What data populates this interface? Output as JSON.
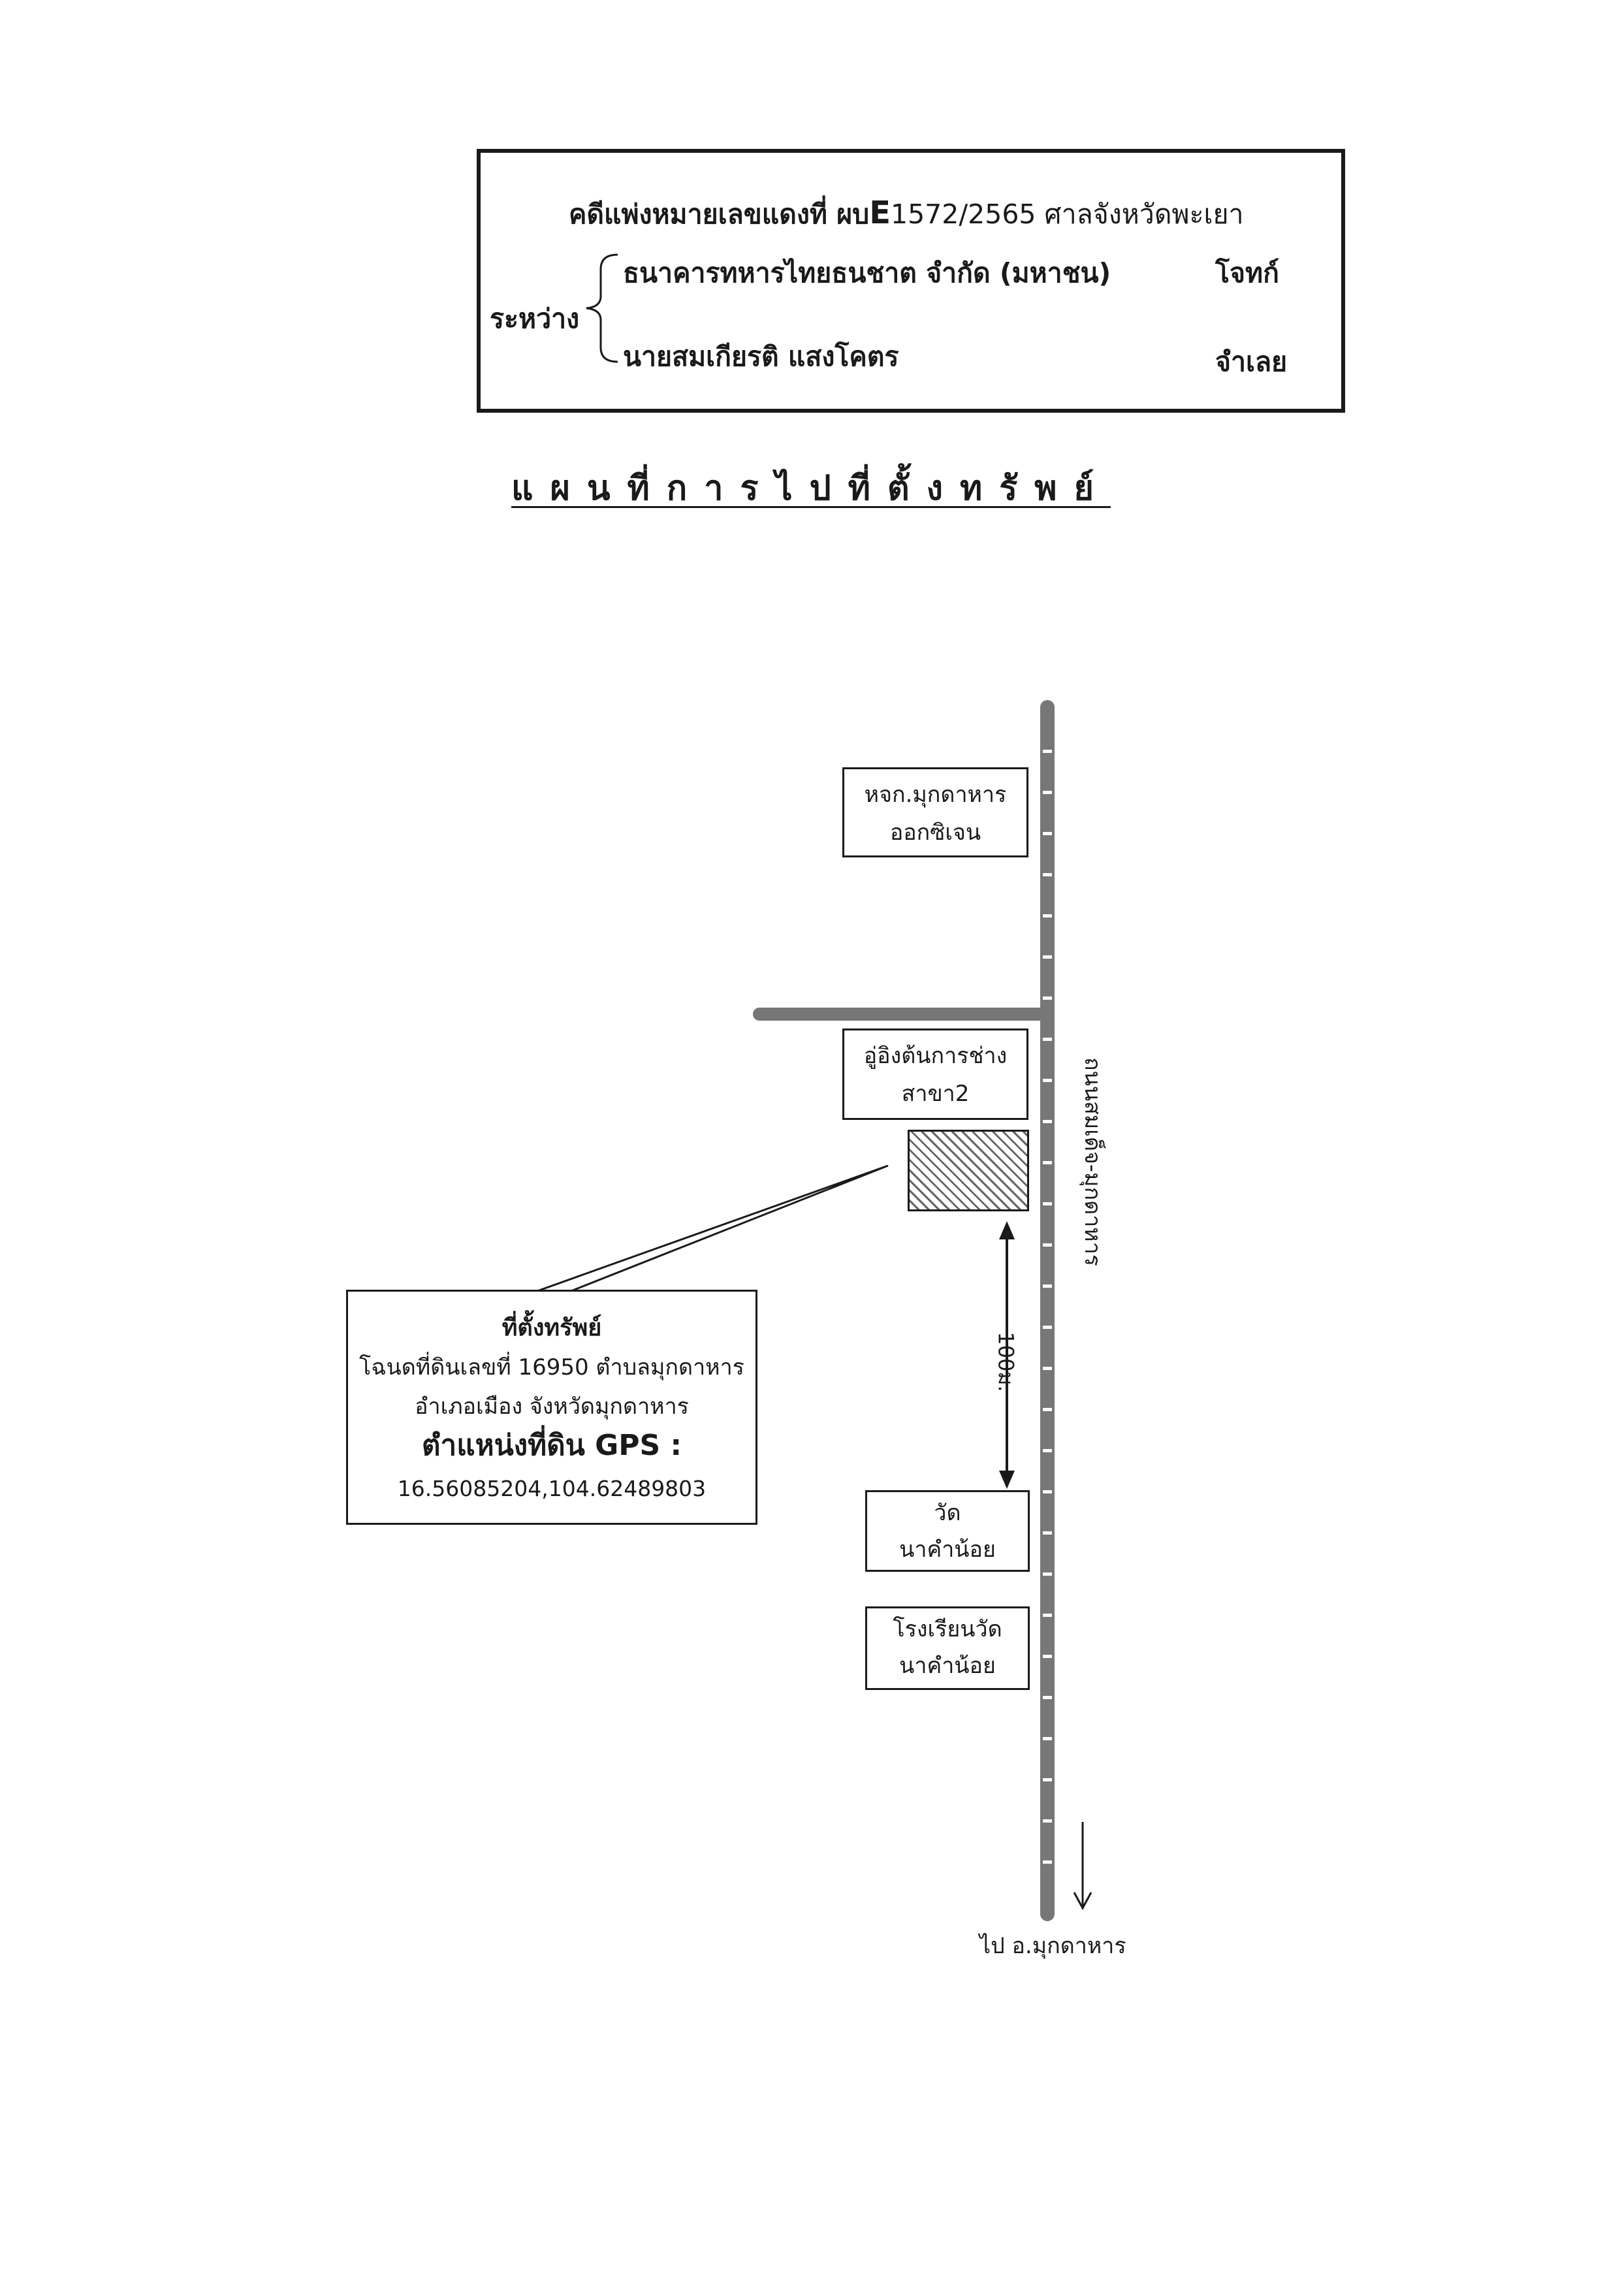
{
  "case": {
    "title_prefix": "คดีแพ่งหมายเลขแดงที่  ผบ",
    "case_letter": "E",
    "case_number": "1572/2565",
    "court": "   ศาลจังหวัดพะเยา",
    "between_label": "ระหว่าง",
    "plaintiff_name": "ธนาคารทหารไทยธนชาต จำกัด (มหาชน)",
    "plaintiff_role": "โจทก์",
    "defendant_name": "นายสมเกียรติ แสงโคตร",
    "defendant_role": "จำเลย"
  },
  "document_title": "แผนที่การไปที่ตั้งทรัพย์",
  "map": {
    "road_name": "ถนนสมเด็จ-มุกดาหาร",
    "places": [
      {
        "line1": "หจก.มุกดาหาร",
        "line2": "ออกซิเจน"
      },
      {
        "line1": "อู่อิงต้นการช่าง",
        "line2": "สาขา2"
      },
      {
        "line1": "วัด",
        "line2": "นาคำน้อย"
      },
      {
        "line1": "โรงเรียนวัด",
        "line2": "นาคำน้อย"
      }
    ],
    "distance_label": "100ม.",
    "direction_label": "ไป อ.มุกดาหาร",
    "property": {
      "title": "ที่ตั้งทรัพย์",
      "deed_line": "โฉนดที่ดินเลขที่ 16950 ตำบลมุกดาหาร",
      "district_line": "อำเภอเมือง  จังหวัดมุกดาหาร",
      "gps_label": "ตำแหน่งที่ดิน GPS :",
      "gps_coords": "16.56085204,104.62489803"
    }
  },
  "colors": {
    "ink": "#1a1a1a",
    "road": "#777777",
    "paper": "#ffffff"
  }
}
